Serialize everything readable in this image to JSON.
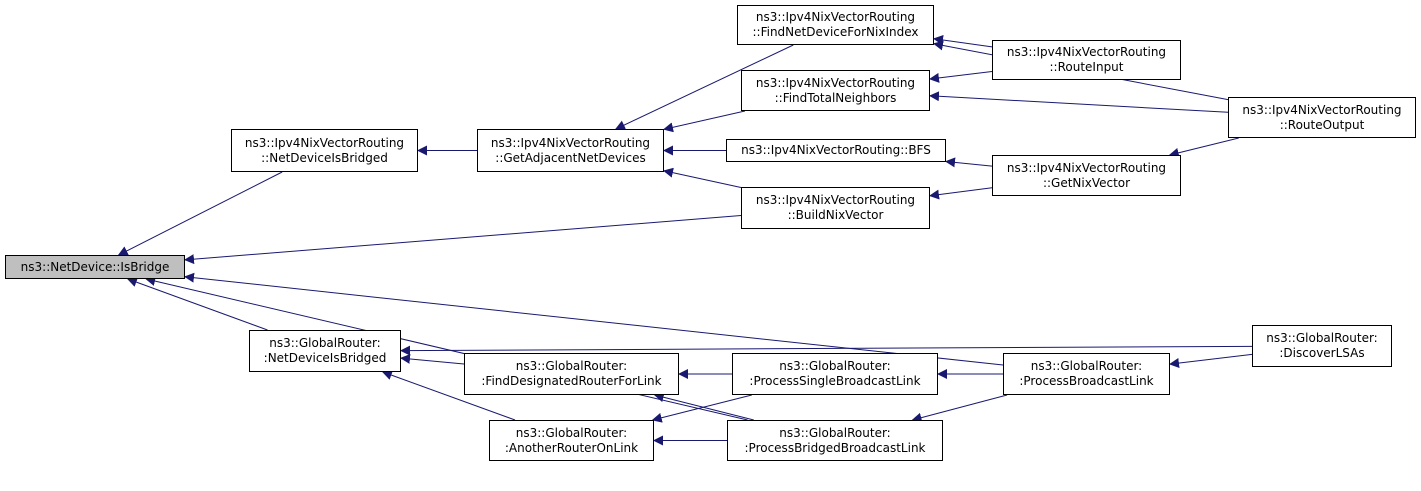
{
  "colors": {
    "edge": "#191970",
    "root_fill": "#bfbfbf",
    "node_fill": "#ffffff",
    "border": "#000000"
  },
  "nodes": {
    "isbridge": {
      "lines": [
        "ns3::NetDevice::IsBridge"
      ],
      "root": true
    },
    "nix_netdev_bridged": {
      "lines": [
        "ns3::Ipv4NixVectorRouting",
        "::NetDeviceIsBridged"
      ]
    },
    "get_adjacent": {
      "lines": [
        "ns3::Ipv4NixVectorRouting",
        "::GetAdjacentNetDevices"
      ]
    },
    "find_netdev_nix": {
      "lines": [
        "ns3::Ipv4NixVectorRouting",
        "::FindNetDeviceForNixIndex"
      ]
    },
    "find_total_neighbors": {
      "lines": [
        "ns3::Ipv4NixVectorRouting",
        "::FindTotalNeighbors"
      ]
    },
    "bfs": {
      "lines": [
        "ns3::Ipv4NixVectorRouting::BFS"
      ]
    },
    "build_nix": {
      "lines": [
        "ns3::Ipv4NixVectorRouting",
        "::BuildNixVector"
      ]
    },
    "route_input": {
      "lines": [
        "ns3::Ipv4NixVectorRouting",
        "::RouteInput"
      ]
    },
    "get_nix": {
      "lines": [
        "ns3::Ipv4NixVectorRouting",
        "::GetNixVector"
      ]
    },
    "route_output": {
      "lines": [
        "ns3::Ipv4NixVectorRouting",
        "::RouteOutput"
      ]
    },
    "gr_netdev_bridged": {
      "lines": [
        "ns3::GlobalRouter:",
        ":NetDeviceIsBridged"
      ]
    },
    "find_designated": {
      "lines": [
        "ns3::GlobalRouter:",
        ":FindDesignatedRouterForLink"
      ]
    },
    "another_router": {
      "lines": [
        "ns3::GlobalRouter:",
        ":AnotherRouterOnLink"
      ]
    },
    "process_single": {
      "lines": [
        "ns3::GlobalRouter:",
        ":ProcessSingleBroadcastLink"
      ]
    },
    "process_bridged": {
      "lines": [
        "ns3::GlobalRouter:",
        ":ProcessBridgedBroadcastLink"
      ]
    },
    "process_broadcast": {
      "lines": [
        "ns3::GlobalRouter:",
        ":ProcessBroadcastLink"
      ]
    },
    "discover_lsas": {
      "lines": [
        "ns3::GlobalRouter:",
        ":DiscoverLSAs"
      ]
    }
  },
  "edges": [
    [
      "nix_netdev_bridged",
      "isbridge"
    ],
    [
      "build_nix",
      "isbridge"
    ],
    [
      "process_broadcast",
      "isbridge"
    ],
    [
      "gr_netdev_bridged",
      "isbridge"
    ],
    [
      "process_bridged",
      "isbridge"
    ],
    [
      "get_adjacent",
      "nix_netdev_bridged"
    ],
    [
      "find_netdev_nix",
      "get_adjacent"
    ],
    [
      "find_total_neighbors",
      "get_adjacent"
    ],
    [
      "bfs",
      "get_adjacent"
    ],
    [
      "build_nix",
      "get_adjacent"
    ],
    [
      "route_output",
      "find_netdev_nix"
    ],
    [
      "route_input",
      "find_netdev_nix"
    ],
    [
      "route_input",
      "find_total_neighbors"
    ],
    [
      "route_output",
      "find_total_neighbors"
    ],
    [
      "get_nix",
      "bfs"
    ],
    [
      "get_nix",
      "build_nix"
    ],
    [
      "route_output",
      "get_nix"
    ],
    [
      "discover_lsas",
      "gr_netdev_bridged"
    ],
    [
      "find_designated",
      "gr_netdev_bridged"
    ],
    [
      "another_router",
      "gr_netdev_bridged"
    ],
    [
      "process_single",
      "find_designated"
    ],
    [
      "process_bridged",
      "find_designated"
    ],
    [
      "process_single",
      "another_router"
    ],
    [
      "process_bridged",
      "another_router"
    ],
    [
      "process_broadcast",
      "process_single"
    ],
    [
      "process_broadcast",
      "process_bridged"
    ],
    [
      "discover_lsas",
      "process_broadcast"
    ]
  ]
}
